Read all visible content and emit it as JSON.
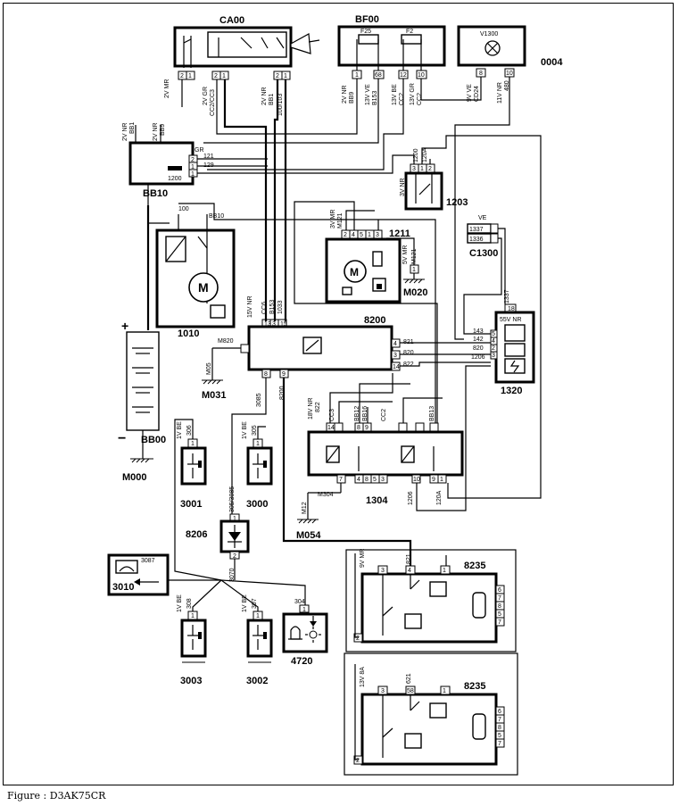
{
  "caption": "Figure : D3AK75CR",
  "components": {
    "ca00": "CA00",
    "bf00": "BF00",
    "v1300": "V1300",
    "c0004": "0004",
    "f25": "F25",
    "f2": "F2",
    "bb10": "BB10",
    "c1203": "1203",
    "c1211": "1211",
    "m020": "M020",
    "c1300": "C1300",
    "c1010": "1010",
    "c8200": "8200",
    "m031": "M031",
    "c1320": "1320",
    "bb00": "BB00",
    "m000": "M000",
    "c1304": "1304",
    "m054": "M054",
    "c3001": "3001",
    "c3000": "3000",
    "c8206": "8206",
    "c3010": "3010",
    "c8235a": "8235",
    "c3003": "3003",
    "c3002": "3002",
    "c4720": "4720",
    "c8235b": "8235"
  },
  "wires": {
    "w_2vmr": "2V MR",
    "w_2vgr": "2V GR",
    "w_cc2": "CC2/CC3",
    "w_2vnr_ca": "2V NR",
    "w_bb1": "BB1",
    "w_100103": "100/103",
    "w_2vnr_bf": "2V NR",
    "w_bb9": "BB9",
    "w_13vve": "13V VE",
    "w_b153": "B153",
    "w_13vbe": "13V BE",
    "w_cc2b": "CC2",
    "w_13vgr": "13V GR",
    "w_cc2c": "CC2",
    "w_9vve": "9V VE",
    "w_cd24": "CD24",
    "w_11vnr": "11V NR",
    "w_480": "480",
    "w_bb10_2vnr_a": "2V NR",
    "w_bb10_bb1": "BB1",
    "w_bb10_2vnr_b": "2V NR",
    "w_bb10_bb9": "BB9",
    "w_gr": "GR",
    "w_121": "121",
    "w_129": "129",
    "w_1200": "1200",
    "w_100": "100",
    "w_bb10w": "BB10",
    "w_3vmr": "3V MR",
    "w_m121": "M121",
    "w_5vmr": "5V MR",
    "w_m121b": "M121",
    "w_3vnr": "3V NR",
    "w_120a": "120A",
    "w_ve": "VE",
    "w_1337": "1337",
    "w_1336": "1336",
    "w_1337b": "1337",
    "w_15vnr": "15V NR",
    "w_cc6": "CC6",
    "w_b153b": "B153",
    "w_1033": "1033",
    "w_m820": "M820",
    "w_m05": "M05",
    "w_821": "821",
    "w_820": "820",
    "w_822": "822",
    "w_143": "143",
    "w_142": "142",
    "w_820b": "820",
    "w_1206": "1206",
    "w_3085": "3085",
    "w_8200": "8200",
    "w_55vnr": "55V NR",
    "w_18vnr": "18V NR",
    "w_822b": "822",
    "w_cc3": "CC3",
    "w_bb12": "BB12",
    "w_bb16": "BB16",
    "w_cc2d": "CC2",
    "w_bb13": "BB13",
    "w_m304": "M304",
    "w_m12": "M12",
    "w_1206b": "1206",
    "w_120a2": "120A",
    "w_1vbe306": "1V BE",
    "w_306": "306",
    "w_1vbe305": "1V BE",
    "w_305": "305",
    "w_3053085": "305/3085",
    "w_3070": "3070",
    "w_3087": "3087",
    "w_1vbe308": "1V BE",
    "w_308": "308",
    "w_1vbe307": "1V BE",
    "w_307": "307",
    "w_304": "304",
    "w_9vmr": "9V MR",
    "w_821b": "821",
    "w_13v8a": "13V 8A",
    "w_621": "621"
  },
  "pins": {
    "ca00": [
      "2",
      "1",
      "2",
      "1",
      "2",
      "1"
    ],
    "bf00": [
      "1",
      "68",
      "12",
      "10"
    ],
    "v1300": [
      "8",
      "10"
    ],
    "bb10": [
      "2",
      "1",
      "1"
    ],
    "c1203": [
      "3",
      "1",
      "2"
    ],
    "c1211": [
      "2",
      "4",
      "5",
      "1",
      "3"
    ],
    "m020": [
      "1"
    ],
    "c8200": [
      "13",
      "3",
      "15",
      "4",
      "3",
      "14",
      "8",
      "9"
    ],
    "c1320": [
      "18",
      "5",
      "4",
      "2",
      "3"
    ],
    "c1304": [
      "14",
      "8",
      "9",
      "7",
      "4",
      "8",
      "5",
      "3",
      "10",
      "9",
      "1"
    ],
    "c8235a": [
      "3",
      "4",
      "1",
      "2",
      "6",
      "7",
      "8",
      "5",
      "1",
      "7"
    ],
    "c8235b": [
      "3",
      "58",
      "1",
      "2",
      "6",
      "7",
      "8",
      "5",
      "1",
      "7"
    ],
    "c3001": [
      "1"
    ],
    "c3000": [
      "1"
    ],
    "c3003": [
      "1"
    ],
    "c3002": [
      "1"
    ],
    "c8206": [
      "1",
      "2"
    ],
    "c4720": [
      "1"
    ]
  },
  "symbols": {
    "battery_plus": "+",
    "battery_minus": "−"
  },
  "icons": [
    "horn-icon",
    "fuse-icon",
    "lamp-icon",
    "motor-icon",
    "relay-icon",
    "diode-icon",
    "switch-icon",
    "warning-bell-icon",
    "sun-icon",
    "down-arrow-icon",
    "left-arrow-icon",
    "gauge-icon",
    "fan-icon",
    "lightning-icon"
  ]
}
